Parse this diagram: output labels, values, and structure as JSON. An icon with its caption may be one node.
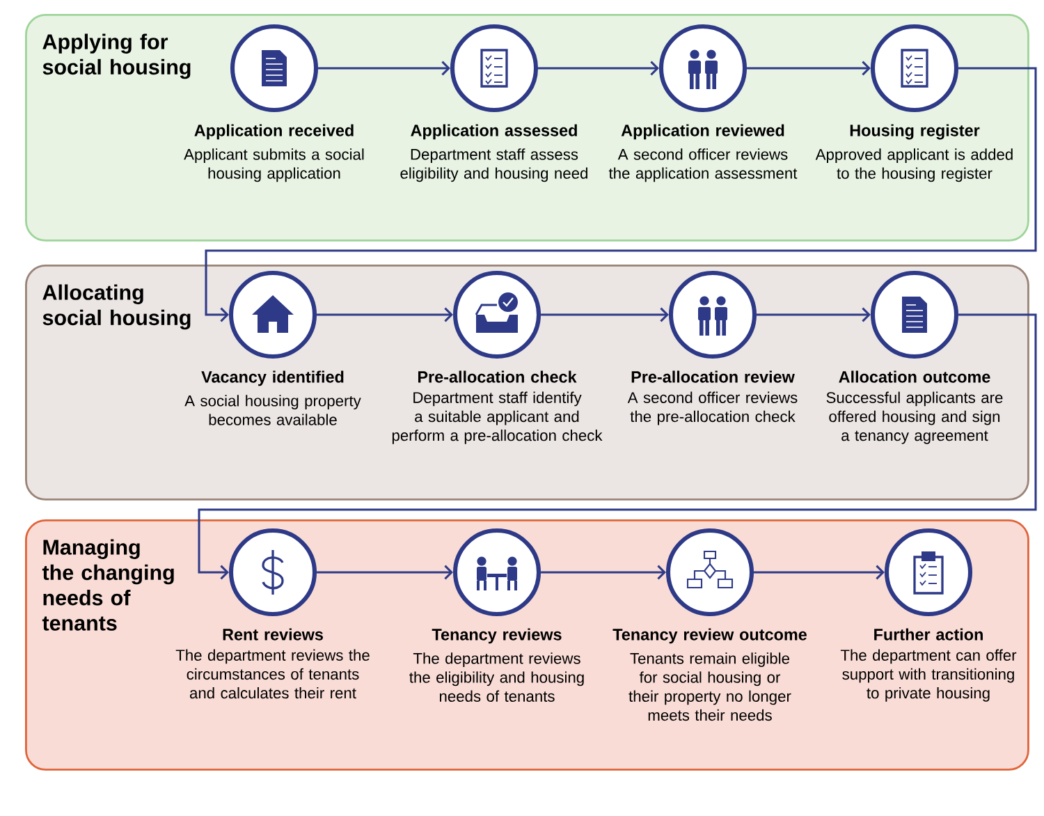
{
  "diagram": {
    "nodes": [
      {
        "text": [
          "Applying for social housing"
        ]
      },
      {
        "text": [
          "Application received",
          "Applicant submits a social housing application"
        ],
        "in": 0
      },
      {
        "text": [
          "Application assessed",
          "Department staff assess eligibility and housing need"
        ],
        "in": 0
      },
      {
        "text": [
          "Application reviewed",
          "A second officer reviews the application assessment"
        ],
        "in": 0
      },
      {
        "text": [
          "Housing register",
          "Approved applicant is added to the housing register"
        ],
        "in": 0
      },
      {
        "text": [
          "Allocating social housing"
        ]
      },
      {
        "text": [
          "Vacancy identified",
          "A social housing property becomes available"
        ],
        "in": 5
      },
      {
        "text": [
          "Pre-allocation check",
          "Department staff identify a suitable applicant and perform a pre-allocation check"
        ],
        "in": 5
      },
      {
        "text": [
          "Pre-allocation review",
          "A second officer reviews the pre-allocation check"
        ],
        "in": 5
      },
      {
        "text": [
          "Allocation outcome",
          "Successful applicants are offered housing and sign a tenancy agreement"
        ],
        "in": 5
      },
      {
        "text": [
          "Managing the changing needs of tenants"
        ]
      },
      {
        "text": [
          "Rent reviews",
          "The department reviews the circumstances of tenants and calculates their rent"
        ],
        "in": 10
      },
      {
        "text": [
          "Tenancy reviews",
          "The department reviews the eligibility and housing needs of tenants"
        ],
        "in": 10
      },
      {
        "text": [
          "Tenancy review outcome",
          "Tenants remain eligible for social housing or their property no longer meets their needs"
        ],
        "in": 10
      },
      {
        "text": [
          "Further action",
          "The department can offer support with transitioning to private housing"
        ],
        "in": 10
      }
    ],
    "edges": [
      {
        "from": 1,
        "to": 2,
        "arrow": "to"
      },
      {
        "from": 2,
        "to": 3,
        "arrow": "to"
      },
      {
        "from": 3,
        "to": 4,
        "arrow": "to"
      },
      {
        "from": 4,
        "to": 6,
        "arrow": "to"
      },
      {
        "from": 6,
        "to": 7,
        "arrow": "to"
      },
      {
        "from": 7,
        "to": 8,
        "arrow": "to"
      },
      {
        "from": 8,
        "to": 9,
        "arrow": "to"
      },
      {
        "from": 9,
        "to": 11,
        "arrow": "to"
      },
      {
        "from": 11,
        "to": 12,
        "arrow": "to"
      },
      {
        "from": 12,
        "to": 13,
        "arrow": "to"
      },
      {
        "from": 13,
        "to": 14,
        "arrow": "to"
      }
    ]
  }
}
